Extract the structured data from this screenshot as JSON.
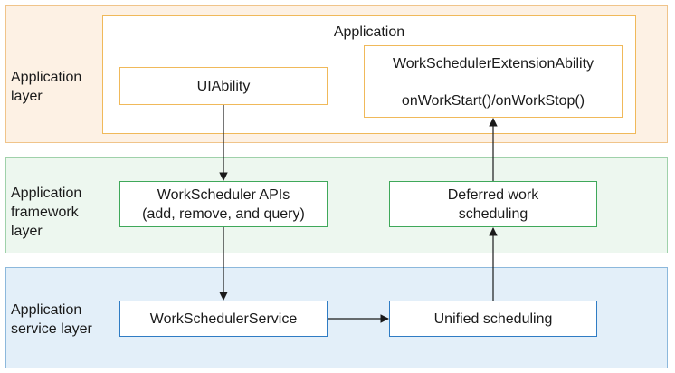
{
  "layers": {
    "application": "Application\nlayer",
    "framework": "Application\nframework\nlayer",
    "service": "Application\nservice layer"
  },
  "application_container": {
    "title": "Application",
    "ui_ability": "UIAbility",
    "extension_ability": {
      "name": "WorkSchedulerExtensionAbility",
      "methods": "onWorkStart()/onWorkStop()"
    }
  },
  "framework": {
    "apis": "WorkScheduler APIs\n(add, remove, and query)",
    "deferred": "Deferred work\nscheduling"
  },
  "service": {
    "work_scheduler_service": "WorkSchedulerService",
    "unified": "Unified scheduling"
  },
  "colors": {
    "application_layer_bg": "#fdf1e4",
    "framework_layer_bg": "#edf7ef",
    "service_layer_bg": "#e3eff9",
    "orange_border": "#f0b95a",
    "green_border": "#3fa85a",
    "blue_border": "#2f7cc4"
  }
}
